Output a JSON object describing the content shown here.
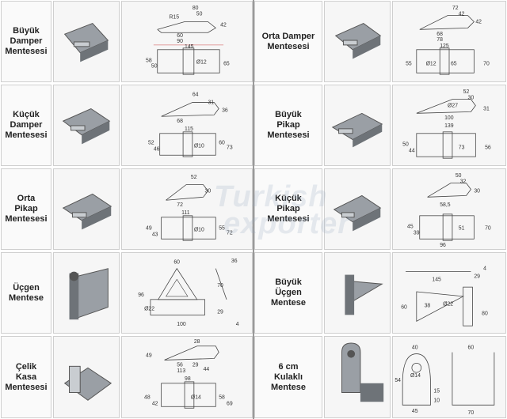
{
  "watermark": {
    "line1": "Turkish",
    "line2": "exporter"
  },
  "left_products": [
    {
      "name": "Büyük\nDamper\nMentesesi",
      "dims": [
        "R15",
        "80",
        "50",
        "42",
        "60",
        "90",
        "145",
        "Ø12",
        "58",
        "50",
        "65"
      ]
    },
    {
      "name": "Küçük\nDamper\nMentesesi",
      "dims": [
        "64",
        "31",
        "36",
        "68",
        "115",
        "Ø10",
        "52",
        "46",
        "60",
        "73"
      ]
    },
    {
      "name": "Orta\nPikap\nMentesesi",
      "dims": [
        "52",
        "30",
        "72",
        "111",
        "Ø10",
        "49",
        "43",
        "55",
        "72"
      ]
    },
    {
      "name": "Üçgen\nMentese",
      "dims": [
        "60",
        "36",
        "70",
        "96",
        "Ø22",
        "29",
        "100",
        "4"
      ]
    },
    {
      "name": "Çelik\nKasa\nMentesesi",
      "dims": [
        "28",
        "49",
        "56",
        "29",
        "113",
        "44",
        "98",
        "Ø14",
        "48",
        "42",
        "58",
        "69"
      ]
    }
  ],
  "right_products": [
    {
      "name": "Orta Damper\nMentesesi",
      "dims": [
        "72",
        "42",
        "42",
        "68",
        "78",
        "125",
        "Ø12",
        "65",
        "70",
        "55"
      ]
    },
    {
      "name": "Büyük\nPikap\nMentesesi",
      "dims": [
        "52",
        "30",
        "Ø27",
        "100",
        "139",
        "31",
        "50",
        "44",
        "73",
        "56"
      ]
    },
    {
      "name": "Küçük\nPikap\nMentesesi",
      "dims": [
        "50",
        "32",
        "30",
        "58,5",
        "45",
        "39",
        "51",
        "70",
        "96"
      ]
    },
    {
      "name": "Büyük\nÜçgen\nMentese",
      "dims": [
        "145",
        "29",
        "4",
        "Ø22",
        "38",
        "60",
        "80"
      ]
    },
    {
      "name": "6 cm\nKulaklı\nMentese",
      "dims": [
        "40",
        "60",
        "54",
        "Ø14",
        "45",
        "15",
        "70",
        "10"
      ]
    }
  ]
}
